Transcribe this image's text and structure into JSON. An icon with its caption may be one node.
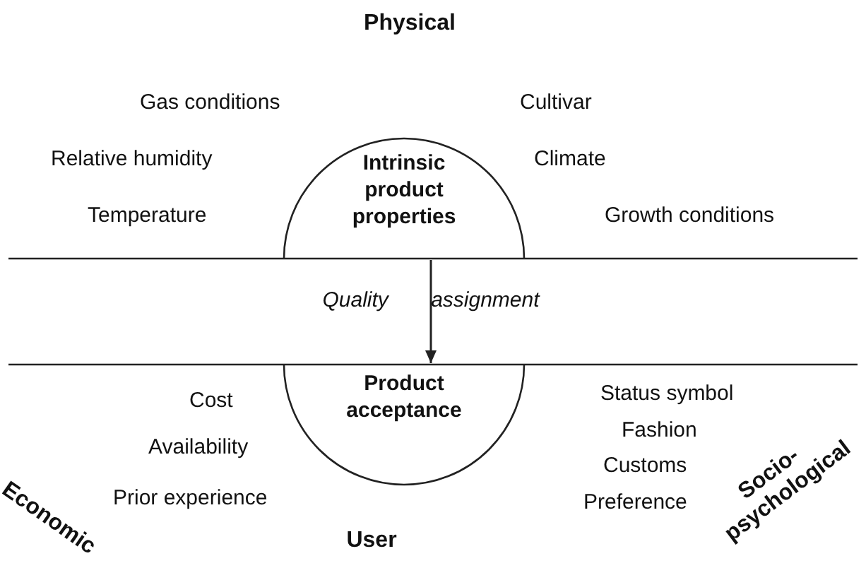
{
  "diagram": {
    "nodes": [
      {
        "text": [
          "Intrinsic product properties"
        ]
      },
      {
        "text": [
          "Product acceptance"
        ]
      }
    ],
    "edges": [
      {
        "from": 0,
        "to": 1,
        "arrow": "to",
        "label": "Quality assignment"
      }
    ],
    "labels": [
      "Physical",
      "Gas conditions",
      "Cultivar",
      "Relative humidity",
      "Climate",
      "Temperature",
      "Growth conditions",
      "Cost",
      "Status symbol",
      "Fashion",
      "Availability",
      "Customs",
      "Prior experience",
      "Preference",
      "Economic",
      "Socio- psychological",
      "User"
    ]
  }
}
